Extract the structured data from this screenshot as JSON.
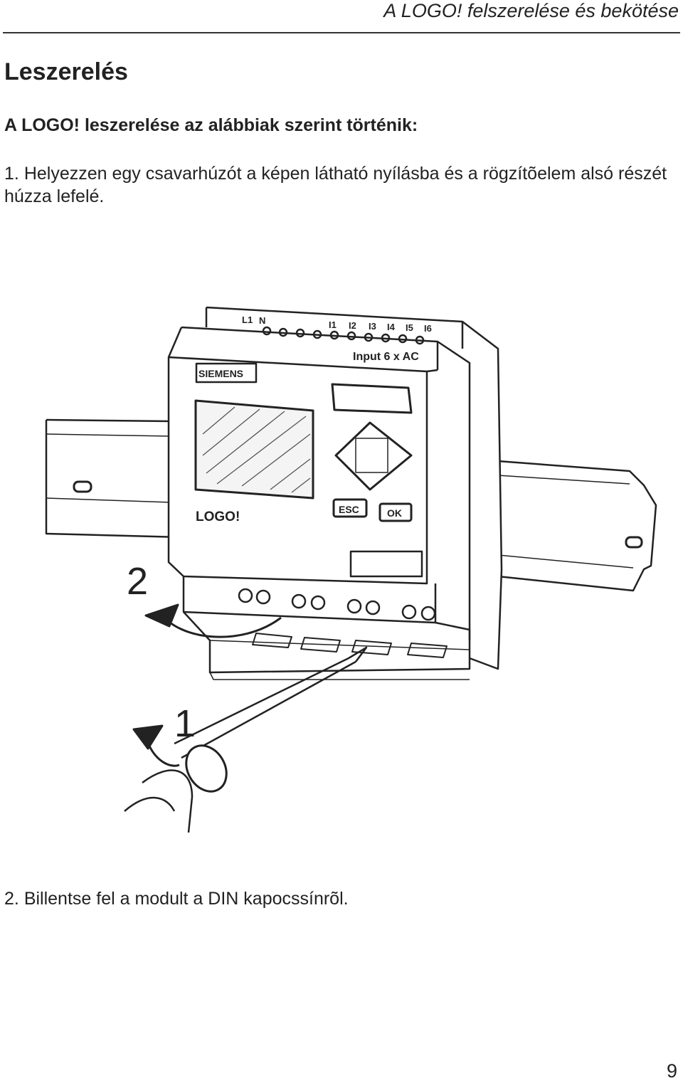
{
  "header": {
    "running_title": "A LOGO! felszerelése és bekötése"
  },
  "section": {
    "title": "Leszerelés",
    "intro": "A LOGO! leszerelése az alábbiak szerint történik:"
  },
  "steps": [
    {
      "number": "1.",
      "text": "Helyezzen egy csavarhúzót a képen látható nyílásba és a rögzítõelem alsó részét húzza lefelé."
    },
    {
      "number": "2.",
      "text": "Billentse fel a modult a  DIN kapocssínrõl."
    }
  ],
  "figure": {
    "terminal_labels": [
      "L1",
      "N",
      "I1",
      "I2",
      "I3",
      "I4",
      "I5",
      "I6"
    ],
    "input_label": "Input 6 x AC",
    "brand": "SIEMENS",
    "device_name": "LOGO!",
    "esc_label": "ESC",
    "ok_label": "OK",
    "callout_1": "1",
    "callout_2": "2"
  },
  "footer": {
    "page_number": "9"
  }
}
